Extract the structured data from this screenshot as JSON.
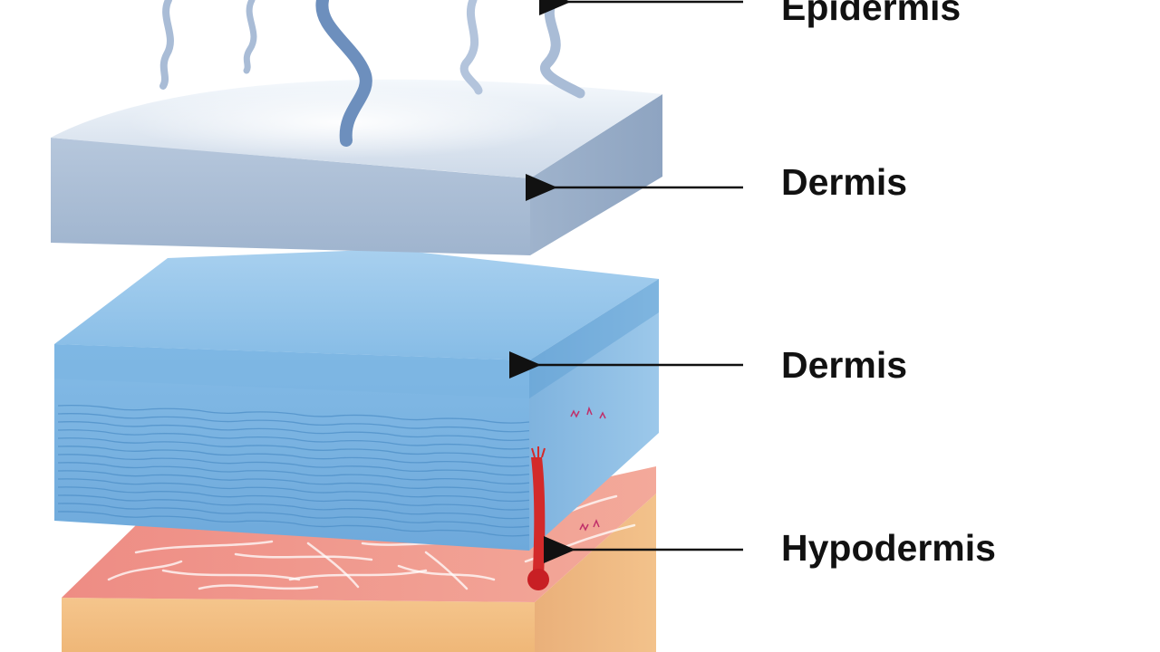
{
  "labels": {
    "epidermis": "Epidermis",
    "dermis_upper": "Dermis",
    "dermis_lower": "Dermis",
    "hypodermis": "Hypodermis"
  },
  "colors": {
    "epidermis_top": "#dfe8f2",
    "epidermis_side": "#a7bbd3",
    "dermis_top": "#8fc0e6",
    "dermis_side": "#6aa7d9",
    "hypodermis_top": "#ef8f86",
    "hypodermis_side": "#f2bd83",
    "vessel": "#d32a2a",
    "arrow": "#111111",
    "label_text": "#111111"
  }
}
